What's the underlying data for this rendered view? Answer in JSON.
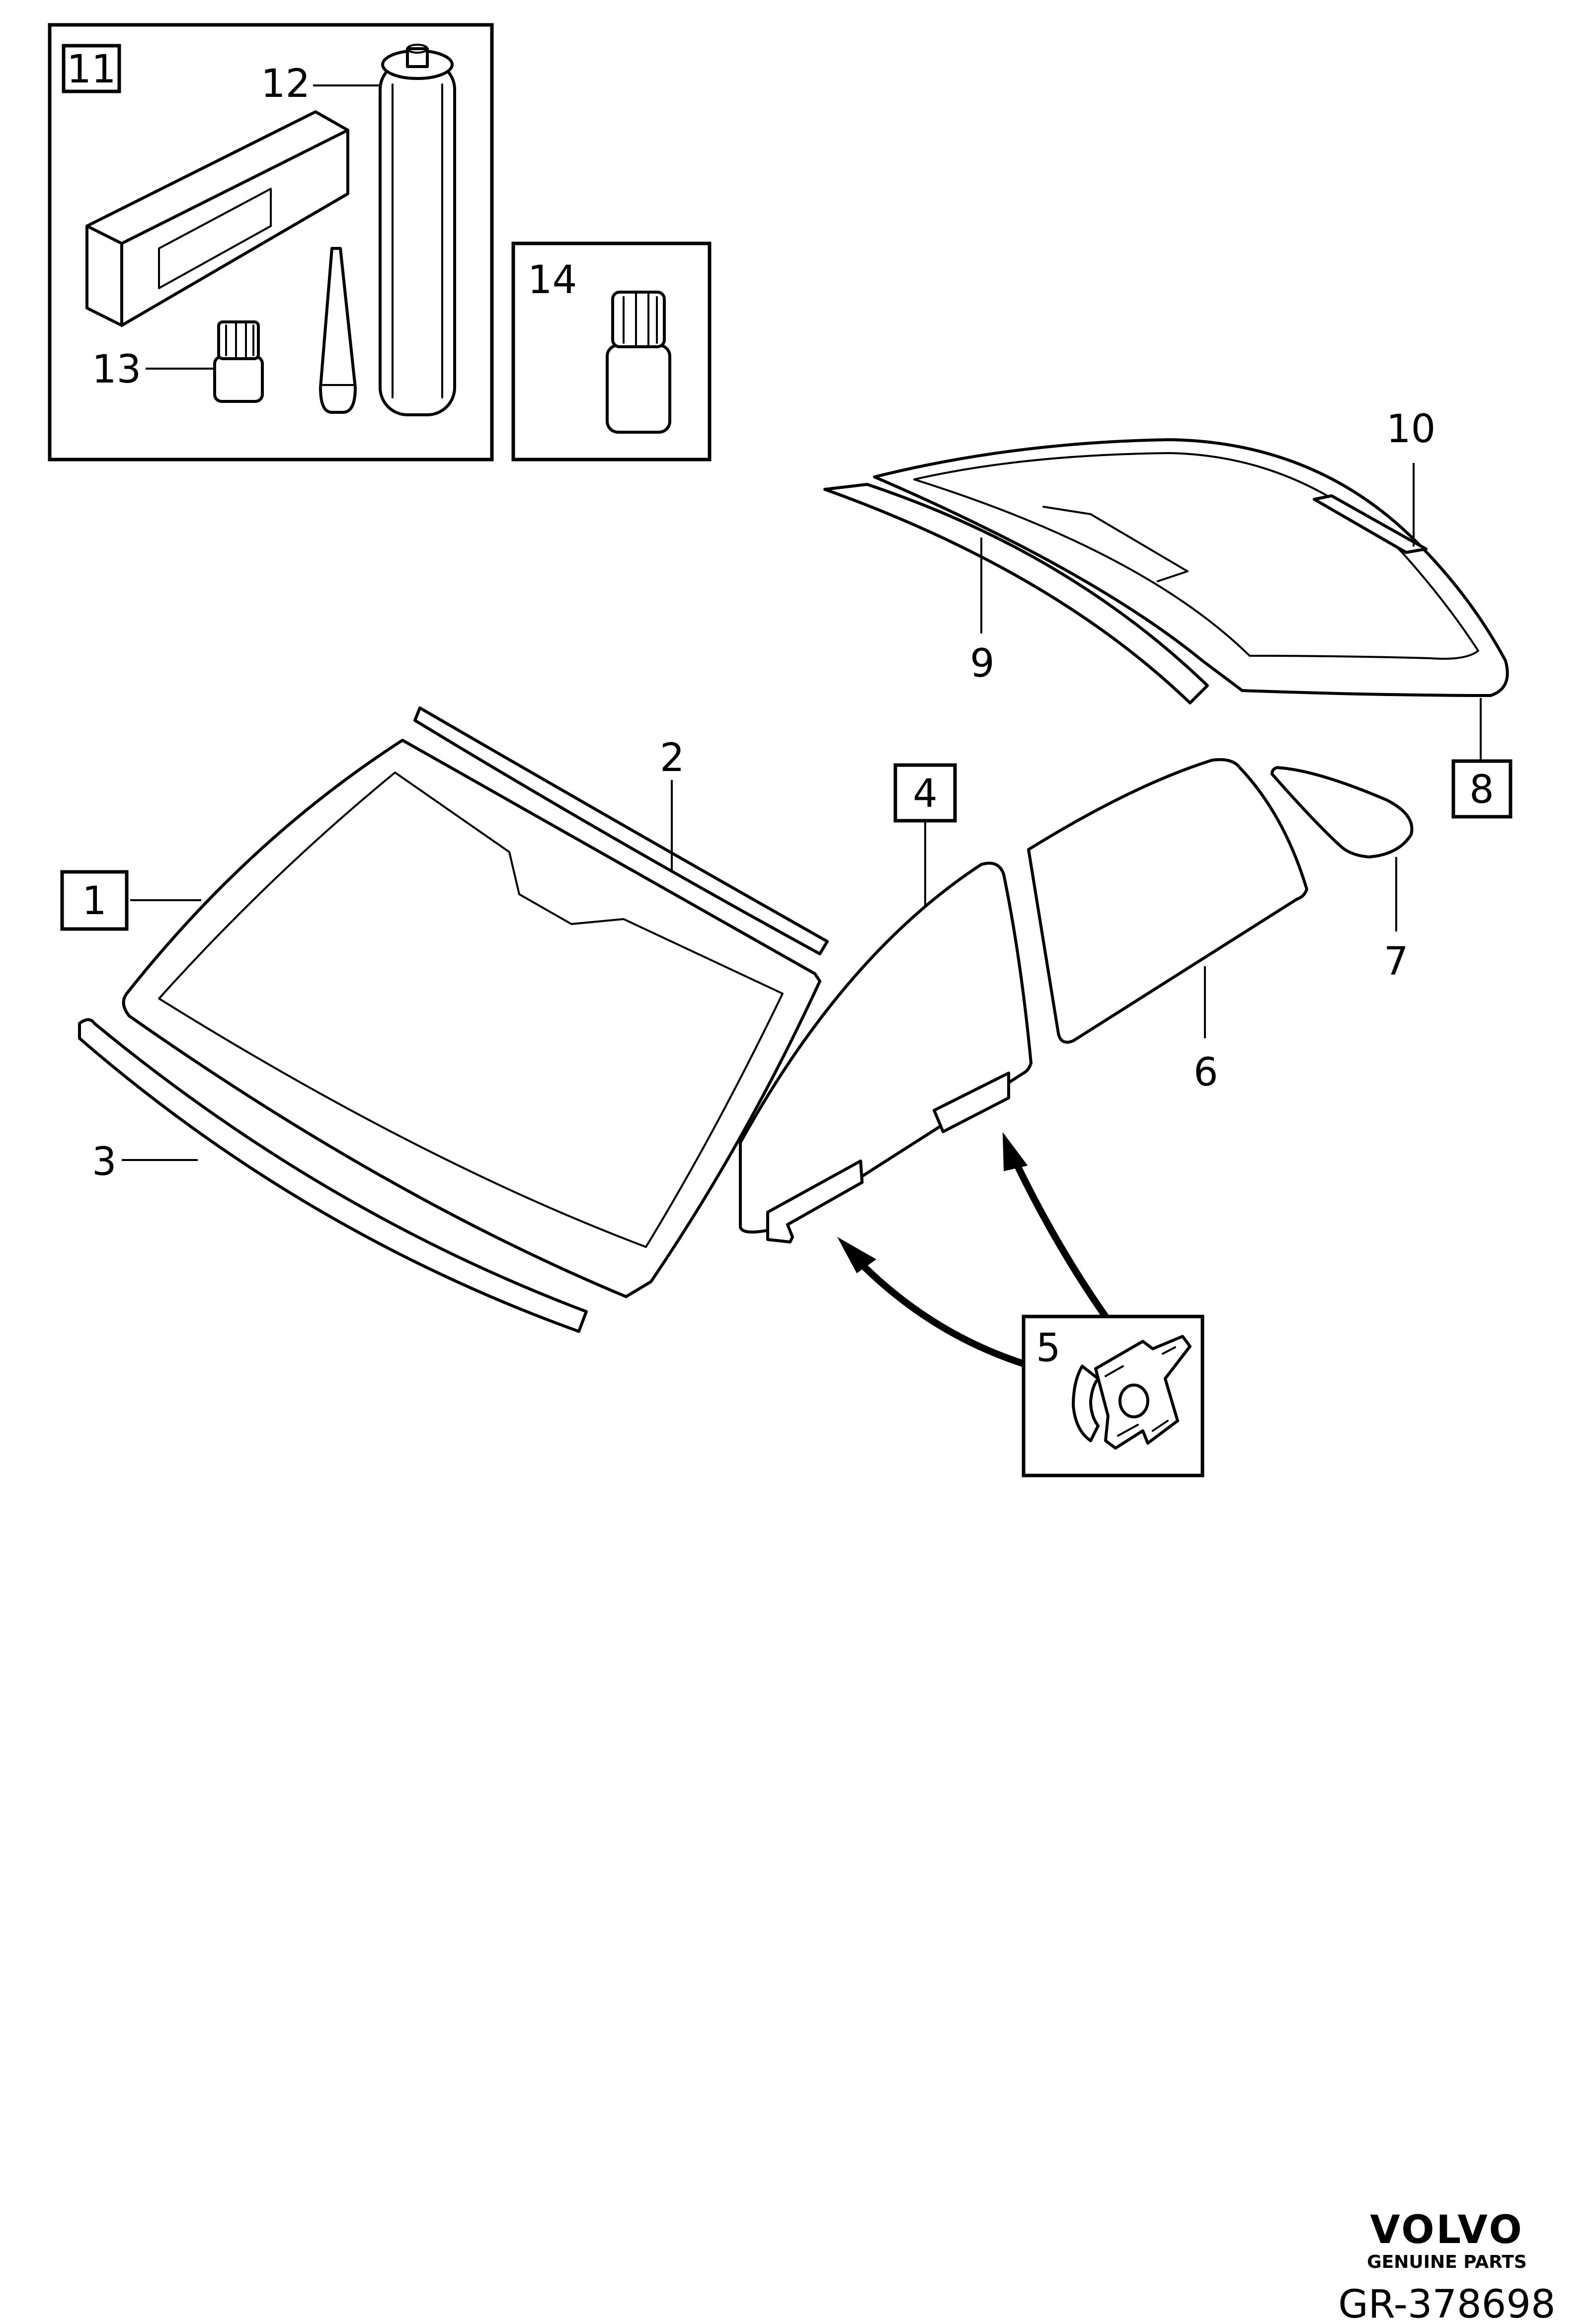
{
  "callouts": {
    "c1": "1",
    "c2": "2",
    "c3": "3",
    "c4": "4",
    "c5": "5",
    "c6": "6",
    "c7": "7",
    "c8": "8",
    "c9": "9",
    "c10": "10",
    "c11": "11",
    "c12": "12",
    "c13": "13",
    "c14": "14"
  },
  "footer": {
    "brand": "VOLVO",
    "tagline": "GENUINE PARTS",
    "drawing_number": "GR-378698"
  }
}
